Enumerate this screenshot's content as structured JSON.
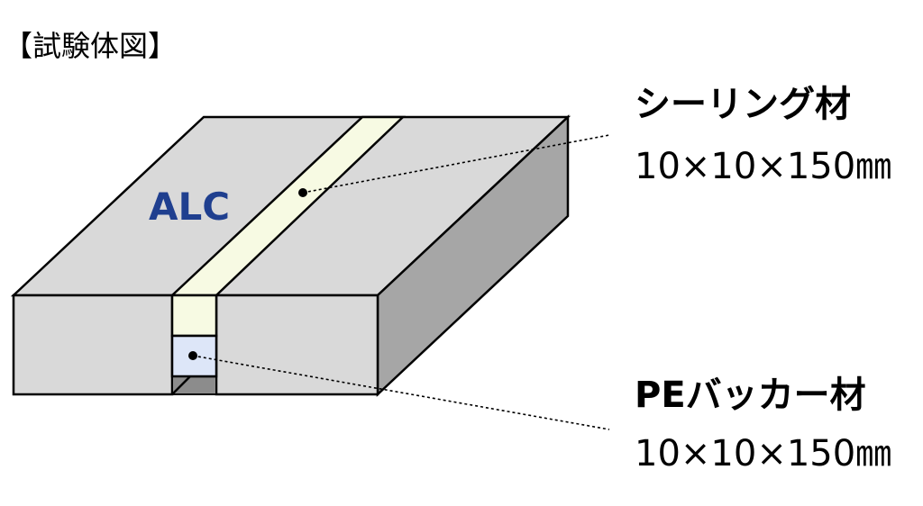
{
  "title": "【試験体図】",
  "block_label": "ALC",
  "callouts": [
    {
      "name": "シーリング材",
      "dimensions": "10×10×150㎜"
    },
    {
      "name": "PEバッカー材",
      "dimensions": "10×10×150㎜"
    }
  ],
  "colors": {
    "alc_top": "#d9d9d9",
    "alc_front": "#d9d9d9",
    "alc_side": "#a6a6a6",
    "sealant": "#f7fae3",
    "backer": "#dde6f8",
    "alc_text": "#1f3f8f",
    "outline": "#000000"
  }
}
